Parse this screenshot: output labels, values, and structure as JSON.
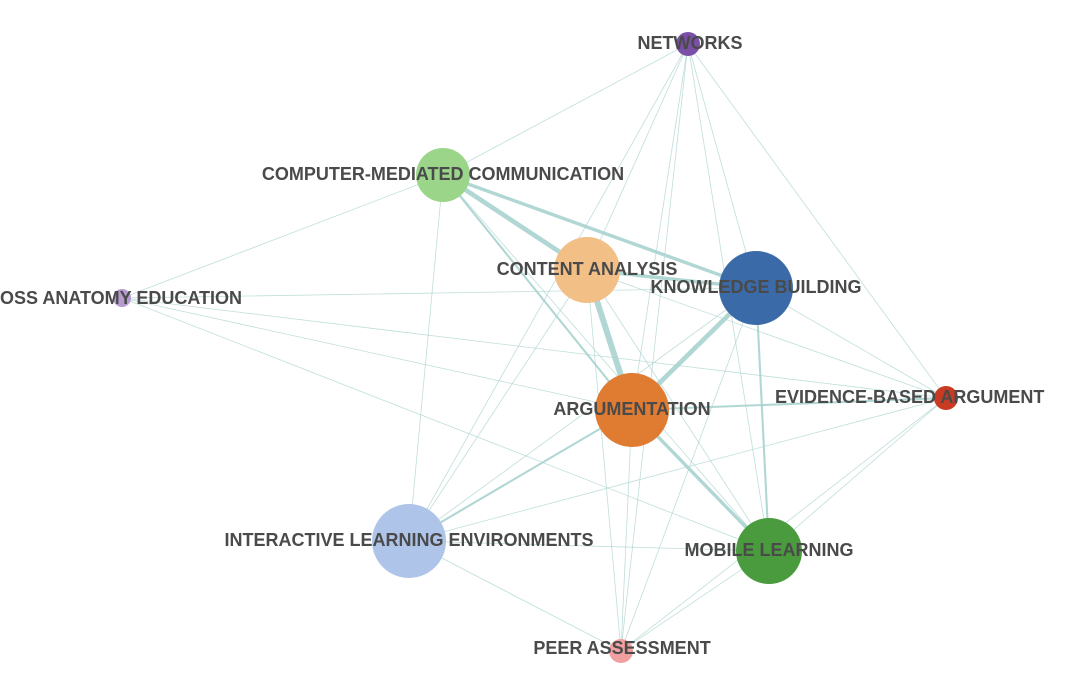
{
  "nodes": [
    {
      "id": "networks",
      "label": "NETWORKS",
      "color": "#7b4fa6",
      "size": "small"
    },
    {
      "id": "cmc",
      "label": "COMPUTER-MEDIATED COMMUNICATION",
      "color": "#9bd58a",
      "size": "medium"
    },
    {
      "id": "gross",
      "label": "OSS ANATOMY EDUCATION",
      "color": "#b59bd0",
      "size": "tiny"
    },
    {
      "id": "content",
      "label": "CONTENT ANALYSIS",
      "color": "#f2bf87",
      "size": "large"
    },
    {
      "id": "kb",
      "label": "KNOWLEDGE BUILDING",
      "color": "#3a6ba8",
      "size": "xlarge"
    },
    {
      "id": "arg",
      "label": "ARGUMENTATION",
      "color": "#e07b32",
      "size": "xlarge"
    },
    {
      "id": "eba",
      "label": "EVIDENCE-BASED ARGUMENT",
      "color": "#c93a23",
      "size": "small"
    },
    {
      "id": "ile",
      "label": "INTERACTIVE LEARNING ENVIRONMENTS",
      "color": "#aec4e8",
      "size": "xlarge"
    },
    {
      "id": "mobile",
      "label": "MOBILE LEARNING",
      "color": "#4a9a3e",
      "size": "large"
    },
    {
      "id": "peer",
      "label": "PEER ASSESSMENT",
      "color": "#f0a0a0",
      "size": "small"
    }
  ],
  "edges": [
    {
      "from": "cmc",
      "to": "content",
      "weight": 4
    },
    {
      "from": "cmc",
      "to": "kb",
      "weight": 3
    },
    {
      "from": "cmc",
      "to": "arg",
      "weight": 2
    },
    {
      "from": "cmc",
      "to": "ile",
      "weight": 1
    },
    {
      "from": "cmc",
      "to": "gross",
      "weight": 1
    },
    {
      "from": "cmc",
      "to": "mobile",
      "weight": 1
    },
    {
      "from": "content",
      "to": "arg",
      "weight": 5
    },
    {
      "from": "content",
      "to": "kb",
      "weight": 3
    },
    {
      "from": "content",
      "to": "ile",
      "weight": 1
    },
    {
      "from": "content",
      "to": "mobile",
      "weight": 1
    },
    {
      "from": "content",
      "to": "eba",
      "weight": 1
    },
    {
      "from": "content",
      "to": "peer",
      "weight": 1
    },
    {
      "from": "kb",
      "to": "arg",
      "weight": 4
    },
    {
      "from": "kb",
      "to": "mobile",
      "weight": 2
    },
    {
      "from": "kb",
      "to": "ile",
      "weight": 1
    },
    {
      "from": "kb",
      "to": "eba",
      "weight": 1
    },
    {
      "from": "kb",
      "to": "peer",
      "weight": 1
    },
    {
      "from": "arg",
      "to": "eba",
      "weight": 2
    },
    {
      "from": "arg",
      "to": "mobile",
      "weight": 3
    },
    {
      "from": "arg",
      "to": "ile",
      "weight": 2
    },
    {
      "from": "arg",
      "to": "peer",
      "weight": 1
    },
    {
      "from": "networks",
      "to": "content",
      "weight": 1
    },
    {
      "from": "networks",
      "to": "kb",
      "weight": 1
    },
    {
      "from": "networks",
      "to": "arg",
      "weight": 1
    },
    {
      "from": "networks",
      "to": "mobile",
      "weight": 1
    },
    {
      "from": "networks",
      "to": "eba",
      "weight": 1
    },
    {
      "from": "networks",
      "to": "ile",
      "weight": 1
    },
    {
      "from": "networks",
      "to": "peer",
      "weight": 1
    },
    {
      "from": "networks",
      "to": "cmc",
      "weight": 1
    },
    {
      "from": "gross",
      "to": "kb",
      "weight": 1
    },
    {
      "from": "gross",
      "to": "eba",
      "weight": 1
    },
    {
      "from": "gross",
      "to": "mobile",
      "weight": 1
    },
    {
      "from": "gross",
      "to": "arg",
      "weight": 1
    },
    {
      "from": "eba",
      "to": "mobile",
      "weight": 1
    },
    {
      "from": "eba",
      "to": "ile",
      "weight": 1
    },
    {
      "from": "eba",
      "to": "peer",
      "weight": 1
    },
    {
      "from": "ile",
      "to": "mobile",
      "weight": 1
    },
    {
      "from": "ile",
      "to": "peer",
      "weight": 1
    },
    {
      "from": "mobile",
      "to": "peer",
      "weight": 1
    }
  ]
}
